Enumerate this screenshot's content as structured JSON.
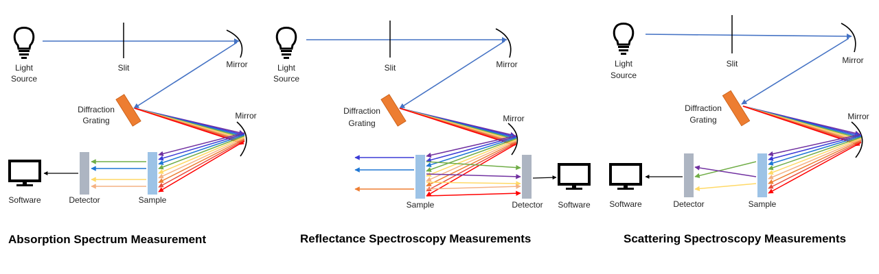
{
  "colors": {
    "beam": "#4472c4",
    "grating": "#ed7d31",
    "detector": "#adb5c2",
    "sample": "#9dc3e6",
    "rainbow": [
      "#7030a0",
      "#3b3bd6",
      "#1f77d4",
      "#70ad47",
      "#ffd966",
      "#f4b183",
      "#ed7d31",
      "#e74c3c",
      "#ff0000"
    ]
  },
  "icons": {
    "light_source": "lightbulb-icon",
    "software": "monitor-icon",
    "mirror": "curved-mirror",
    "slit": "slit-line"
  },
  "panels": [
    {
      "title": "Absorption Spectrum Measurement",
      "labels": {
        "light_source_line1": "Light",
        "light_source_line2": "Source",
        "slit": "Slit",
        "mirror_top": "Mirror",
        "grating_line1": "Diffraction",
        "grating_line2": "Grating",
        "mirror_bottom": "Mirror",
        "software": "Software",
        "detector": "Detector",
        "sample": "Sample"
      }
    },
    {
      "title": "Reflectance Spectroscopy Measurements",
      "labels": {
        "light_source_line1": "Light",
        "light_source_line2": "Source",
        "slit": "Slit",
        "mirror_top": "Mirror",
        "grating_line1": "Diffraction",
        "grating_line2": "Grating",
        "mirror_bottom": "Mirror",
        "sample": "Sample",
        "detector": "Detector",
        "software": "Software"
      }
    },
    {
      "title": "Scattering Spectroscopy Measurements",
      "labels": {
        "light_source_line1": "Light",
        "light_source_line2": "Source",
        "slit": "Slit",
        "mirror_top": "Mirror",
        "grating_line1": "Diffraction",
        "grating_line2": "Grating",
        "mirror_bottom": "Mirror",
        "software": "Software",
        "detector": "Detector",
        "sample": "Sample"
      }
    }
  ]
}
